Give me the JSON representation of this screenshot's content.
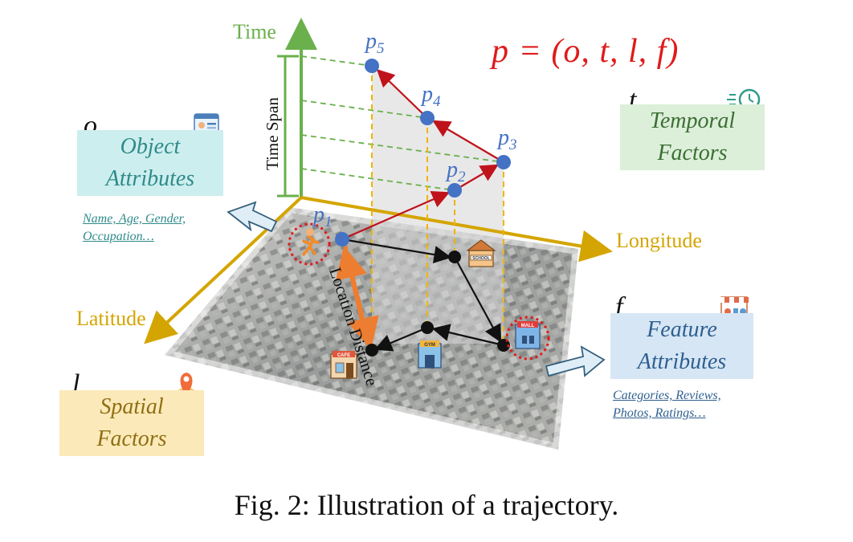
{
  "formula": "p = (o, t, l, f)",
  "axes": {
    "time": "Time",
    "longitude": "Longitude",
    "latitude": "Latitude",
    "time_span": "Time Span",
    "location_distance": "Location Distance"
  },
  "points": {
    "p1": "p",
    "p1_sub": "1",
    "p2": "p",
    "p2_sub": "2",
    "p3": "p",
    "p3_sub": "3",
    "p4": "p",
    "p4_sub": "4",
    "p5": "p",
    "p5_sub": "5"
  },
  "object": {
    "symbol": "o",
    "line1": "Object",
    "line2": "Attributes",
    "detail1": "Name, Age, Gender,",
    "detail2": "Occupation…"
  },
  "temporal": {
    "symbol": "t",
    "line1": "Temporal",
    "line2": "Factors"
  },
  "spatial": {
    "symbol": "l",
    "line1": "Spatial",
    "line2": "Factors"
  },
  "feature": {
    "symbol": "f",
    "line1": "Feature",
    "line2": "Attributes",
    "detail1": "Categories, Reviews,",
    "detail2": "Photos, Ratings…"
  },
  "pois": {
    "school": "SCHOOL",
    "mall": "MALL",
    "gym": "GYM",
    "cafe": "CAFE"
  },
  "caption": "Fig. 2: Illustration of a trajectory.",
  "colors": {
    "green": "#6ab04c",
    "gold": "#d4a500",
    "red": "#c0121b",
    "blue": "#4472c4",
    "formula": "#e01b1b"
  }
}
